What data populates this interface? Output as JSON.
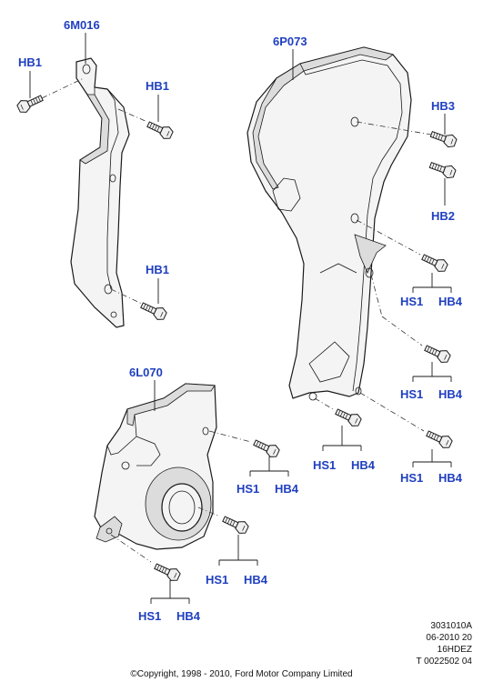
{
  "parts": {
    "bracket": "6M016",
    "upper_cover": "6P073",
    "lower_cover": "6L070"
  },
  "bolt_labels": {
    "hb1_a": "HB1",
    "hb1_b": "HB1",
    "hb1_c": "HB1",
    "hb3": "HB3",
    "hb2": "HB2",
    "g1_hs1": "HS1",
    "g1_hb4": "HB4",
    "g2_hs1": "HS1",
    "g2_hb4": "HB4",
    "g3_hs1": "HS1",
    "g3_hb4": "HB4",
    "g4_hs1": "HS1",
    "g4_hb4": "HB4",
    "g5_hs1": "HS1",
    "g5_hb4": "HB4",
    "g6_hs1": "HS1",
    "g6_hb4": "HB4",
    "g7_hs1": "HS1",
    "g7_hb4": "HB4"
  },
  "reference": {
    "line1": "3031010A",
    "line2": "06-2010 20",
    "line3": "16HDEZ",
    "line4": "T 0022502 04"
  },
  "copyright": "©Copyright, 1998 - 2010, Ford Motor Company Limited",
  "colors": {
    "label_blue": "#1f3fbf",
    "line": "#1a1a1a"
  },
  "icons": [
    "hex-bolt-icon"
  ]
}
